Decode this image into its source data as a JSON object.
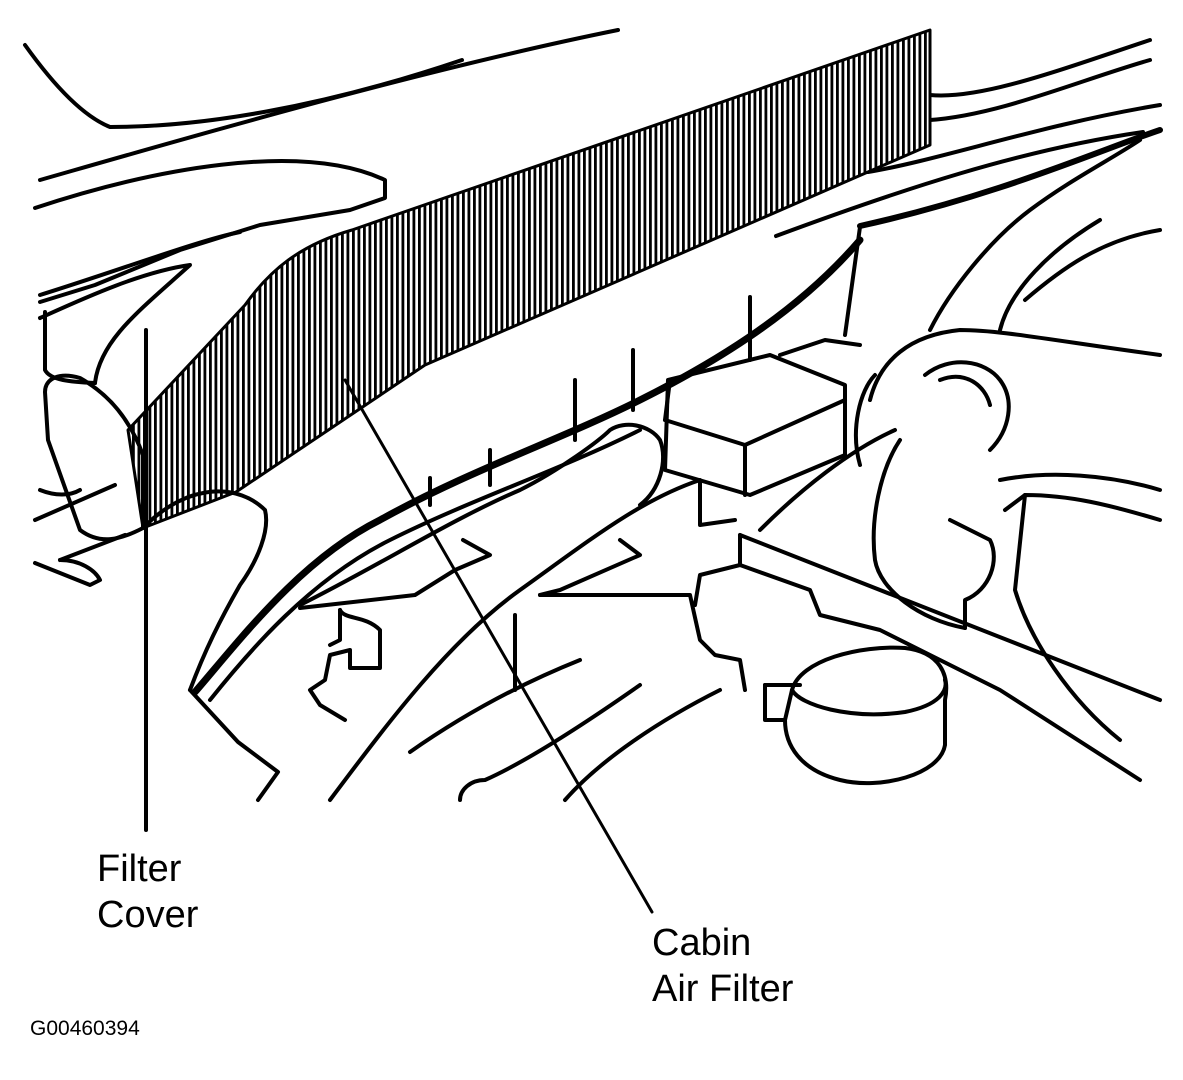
{
  "callouts": {
    "filter_cover": {
      "line1": "Filter",
      "line2": "Cover"
    },
    "cabin_air_filter": {
      "line1": "Cabin",
      "line2": "Air Filter"
    }
  },
  "figure_id": "G00460394",
  "colors": {
    "ink": "#000000",
    "paper": "#ffffff"
  }
}
